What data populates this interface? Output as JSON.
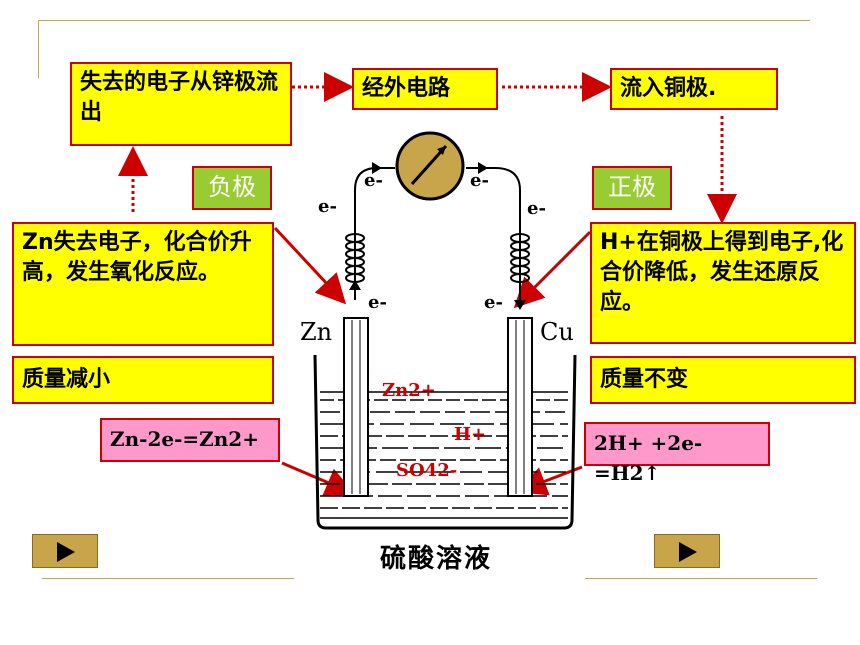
{
  "flow": {
    "box1": "失去的电子从锌极流出",
    "box2": "经外电路",
    "box3": "流入铜极."
  },
  "electrodes": {
    "negative_label": "负极",
    "positive_label": "正极",
    "zn_symbol": "Zn",
    "cu_symbol": "Cu"
  },
  "left": {
    "explanation": "Zn失去电子，化合价升高，发生氧化反应。",
    "mass": "质量减小",
    "equation": "Zn-2e-=Zn2+"
  },
  "right": {
    "explanation": "H+在铜极上得到电子,化合价降低，发生还原反应。",
    "mass": "质量不变",
    "equation": "2H+ +2e-=H2↑"
  },
  "solution": {
    "ion_zn": "Zn2+",
    "ion_h": "H+",
    "ion_so4": "SO42-",
    "name": "硫酸溶液"
  },
  "electron_symbol": "e-",
  "colors": {
    "box_fill": "#ffff00",
    "box_border": "#cc0000",
    "label_green": "#99cc33",
    "eq_pink": "#ff99cc",
    "arrow_red": "#cc0000",
    "nav_gold": "#c8a44a"
  }
}
